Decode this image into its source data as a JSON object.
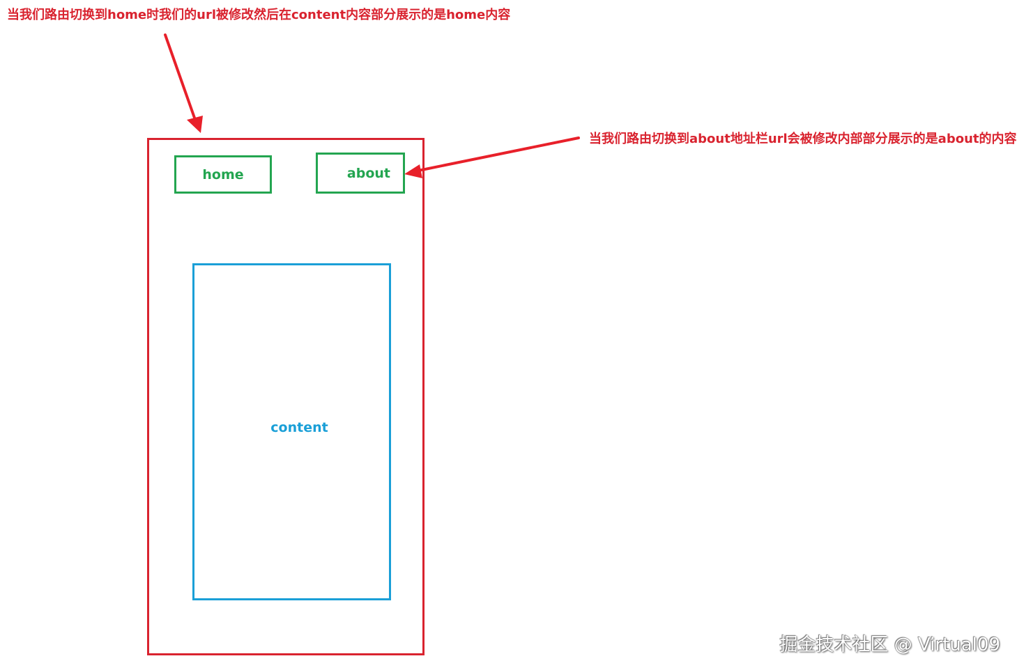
{
  "annotations": {
    "home_note": "当我们路由切换到home时我们的url被修改然后在content内容部分展示的是home内容",
    "about_note": "当我们路由切换到about地址栏url会被修改内部部分展示的是about的内容"
  },
  "nav": {
    "home_label": "home",
    "about_label": "about"
  },
  "content": {
    "label": "content"
  },
  "watermark": "掘金技术社区 @ Virtual09",
  "colors": {
    "annotation": "#d9232f",
    "frame": "#d9232f",
    "nav_button": "#23a550",
    "content_box": "#1a9fd7",
    "arrow": "#e8202a"
  }
}
